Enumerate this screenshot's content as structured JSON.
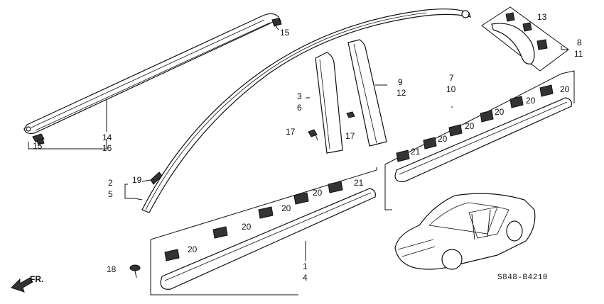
{
  "diagram": {
    "callouts": {
      "c1": "1",
      "c2": "2",
      "c3": "3",
      "c4": "4",
      "c5": "5",
      "c6": "6",
      "c7": "7",
      "c8": "8",
      "c9": "9",
      "c10": "10",
      "c11": "11",
      "c12": "12",
      "c13": "13",
      "c14": "14",
      "c15": "15",
      "c16": "16",
      "c17": "17",
      "c18": "18",
      "c19": "19",
      "c20": "20",
      "c21": "21"
    },
    "direction_label": "FR.",
    "diagram_code": "S848-B4210"
  }
}
